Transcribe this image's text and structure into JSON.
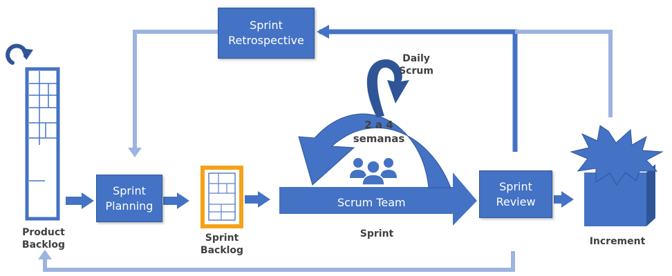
{
  "colors": {
    "primary": "#4472c4",
    "primary_dark": "#2f5597",
    "loop_light": "#9db3e0",
    "backlog_orange": "#f4a21a",
    "text_gray": "#404040"
  },
  "nodes": {
    "sprint_retrospective": "Sprint\nRetrospective",
    "sprint_planning": "Sprint\nPlanning",
    "sprint_review": "Sprint\nReview",
    "scrum_team": "Scrum Team"
  },
  "labels": {
    "product_backlog": "Product\nBacklog",
    "sprint_backlog": "Sprint\nBacklog",
    "sprint": "Sprint",
    "increment": "Increment",
    "daily_scrum": "Daily\nScrum",
    "duration": "2 a 4\nsemanas"
  },
  "icons": {
    "refresh": "circular-arrow-icon",
    "team": "people-group-icon",
    "increment": "burst-icon"
  }
}
